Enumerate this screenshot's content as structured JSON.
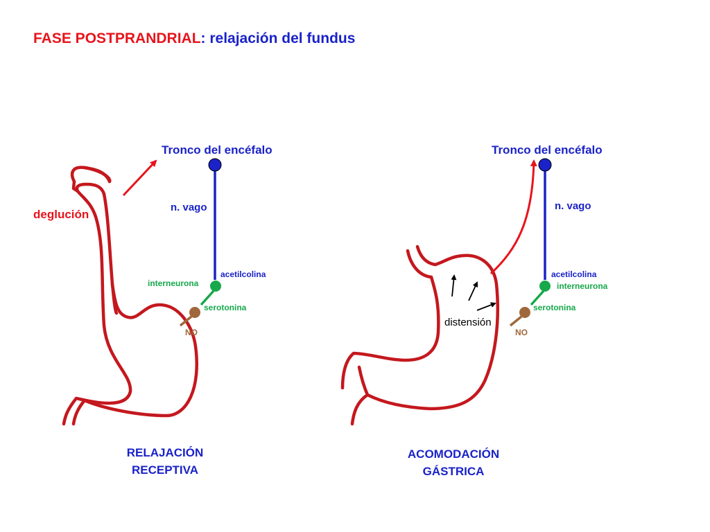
{
  "title": {
    "red_part": "FASE POSTPRANDRIAL",
    "blue_part": ": relajación del fundus"
  },
  "colors": {
    "red": "#e8141c",
    "blue": "#1a22c8",
    "green": "#16a84a",
    "brown": "#a0683a",
    "stomach": "#c4181e",
    "nerve": "#1a22c8"
  },
  "left_panel": {
    "brainstem": "Tronco del encéfalo",
    "vagus": "n. vago",
    "acetylcholine": "acetilcolina",
    "interneuron": "interneurona",
    "serotonin": "serotonina",
    "no": "NO",
    "swallowing": "deglución",
    "caption_line1": "RELAJACIÓN",
    "caption_line2": "RECEPTIVA"
  },
  "right_panel": {
    "brainstem": "Tronco del encéfalo",
    "vagus": "n. vago",
    "acetylcholine": "acetilcolina",
    "interneuron": "interneurona",
    "serotonin": "serotonina",
    "no": "NO",
    "distension": "distensión",
    "caption_line1": "ACOMODACIÓN",
    "caption_line2": "GÁSTRICA"
  }
}
